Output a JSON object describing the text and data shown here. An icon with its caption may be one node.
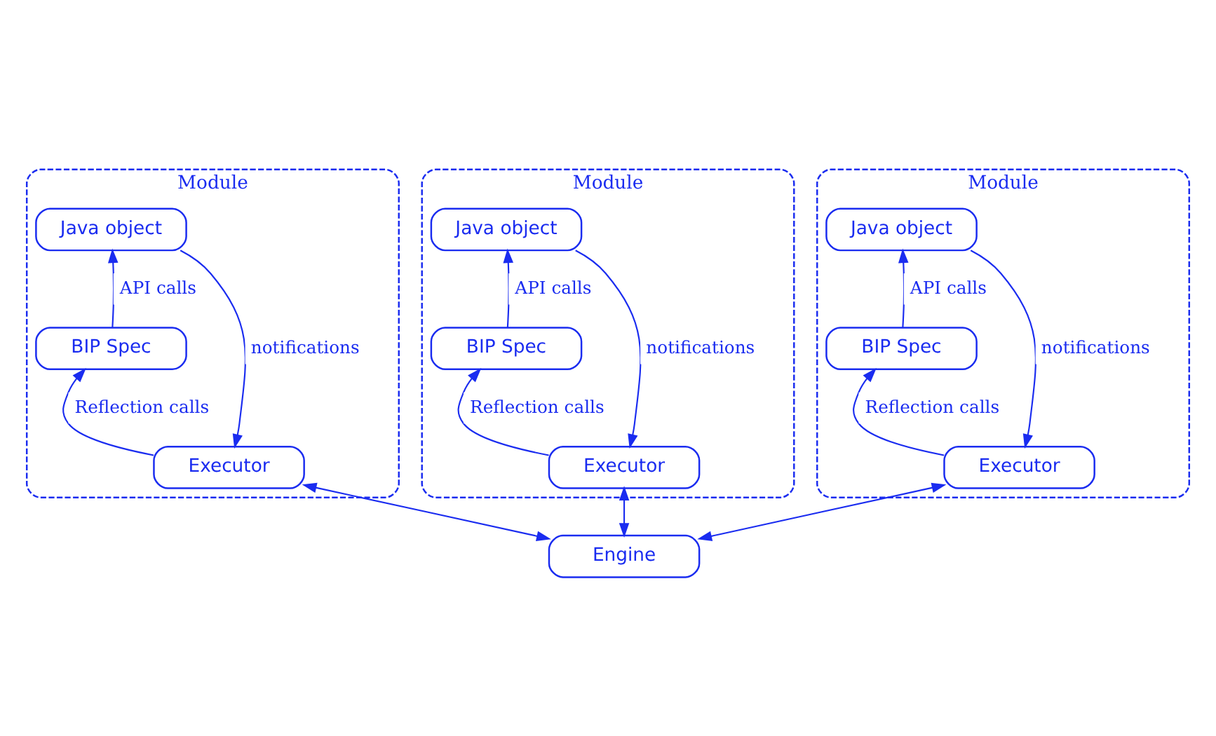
{
  "diagram": {
    "nodes": [
      {
        "text": [
          "Module"
        ]
      },
      {
        "text": [
          "Java object"
        ],
        "in": 0
      },
      {
        "text": [
          "BIP Spec"
        ],
        "in": 0
      },
      {
        "text": [
          "Executor"
        ],
        "in": 0
      },
      {
        "text": [
          "Module"
        ]
      },
      {
        "text": [
          "Java object"
        ],
        "in": 4
      },
      {
        "text": [
          "BIP Spec"
        ],
        "in": 4
      },
      {
        "text": [
          "Executor"
        ],
        "in": 4
      },
      {
        "text": [
          "Module"
        ]
      },
      {
        "text": [
          "Java object"
        ],
        "in": 8
      },
      {
        "text": [
          "BIP Spec"
        ],
        "in": 8
      },
      {
        "text": [
          "Executor"
        ],
        "in": 8
      },
      {
        "text": [
          "Engine"
        ]
      }
    ],
    "edges": [
      {
        "from": 2,
        "to": 1,
        "arrow": "to",
        "label": "API calls"
      },
      {
        "from": 3,
        "to": 2,
        "arrow": "to",
        "label": "Reflection calls"
      },
      {
        "from": 1,
        "to": 3,
        "arrow": "to",
        "label": "notifications"
      },
      {
        "from": 6,
        "to": 5,
        "arrow": "to",
        "label": "API calls"
      },
      {
        "from": 7,
        "to": 6,
        "arrow": "to",
        "label": "Reflection calls"
      },
      {
        "from": 5,
        "to": 7,
        "arrow": "to",
        "label": "notifications"
      },
      {
        "from": 10,
        "to": 9,
        "arrow": "to",
        "label": "API calls"
      },
      {
        "from": 11,
        "to": 10,
        "arrow": "to",
        "label": "Reflection calls"
      },
      {
        "from": 9,
        "to": 11,
        "arrow": "to",
        "label": "notifications"
      },
      {
        "from": 3,
        "to": 12,
        "arrow": "both"
      },
      {
        "from": 7,
        "to": 12,
        "arrow": "both"
      },
      {
        "from": 11,
        "to": 12,
        "arrow": "both"
      }
    ]
  }
}
